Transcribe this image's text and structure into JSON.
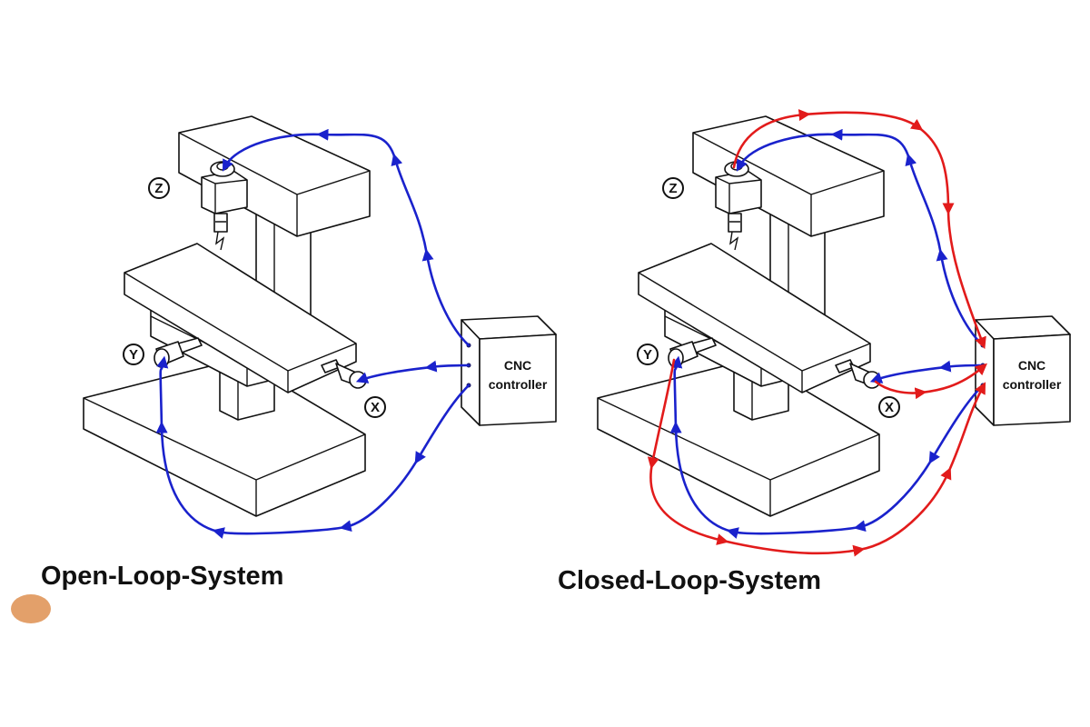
{
  "colors": {
    "open_loop_wire": "#1a22cc",
    "feedback_wire": "#e21b1b",
    "line": "#111111",
    "background": "#ffffff"
  },
  "open_loop": {
    "caption": "Open-Loop-System",
    "controller": {
      "line1": "CNC",
      "line2": "controller"
    },
    "axes": {
      "x": "X",
      "y": "Y",
      "z": "Z"
    }
  },
  "closed_loop": {
    "caption": "Closed-Loop-System",
    "controller": {
      "line1": "CNC",
      "line2": "controller"
    },
    "axes": {
      "x": "X",
      "y": "Y",
      "z": "Z"
    }
  }
}
